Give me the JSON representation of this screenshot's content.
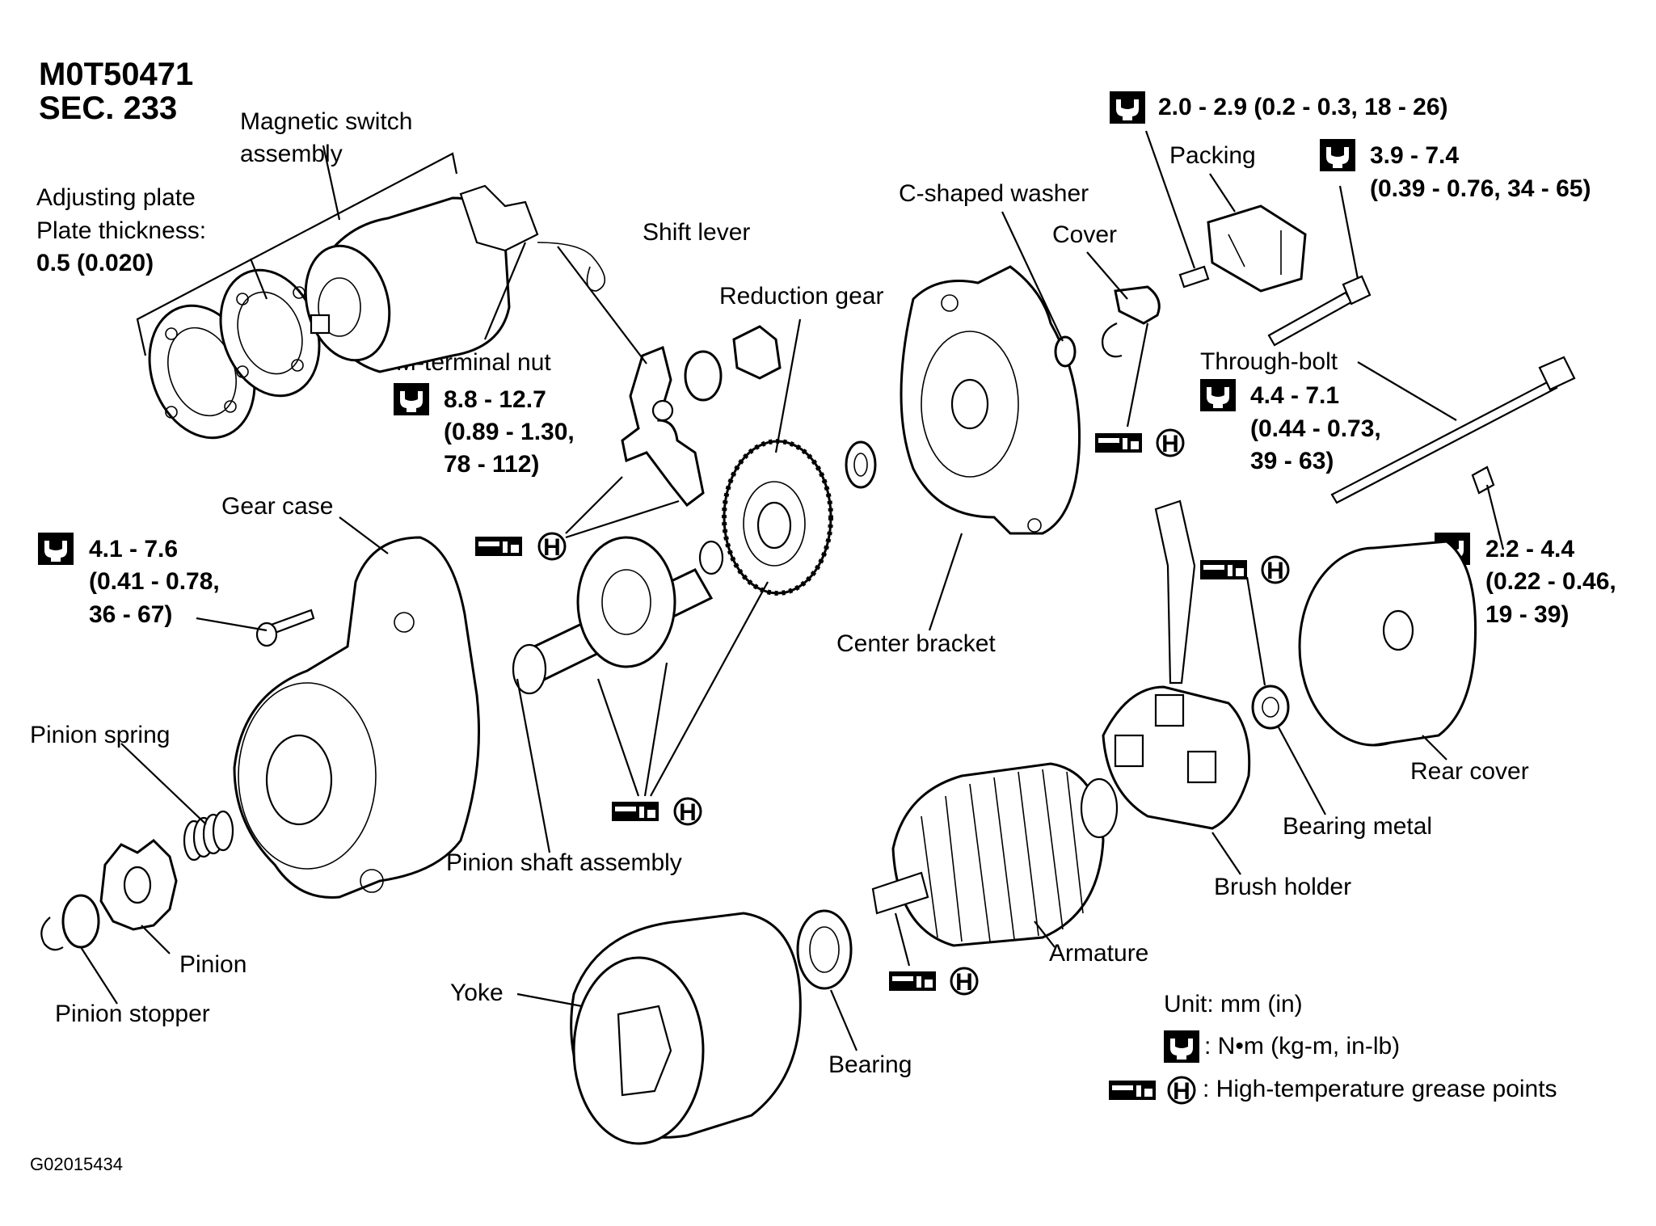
{
  "header": {
    "code": "M0T50471",
    "section": "SEC. 233"
  },
  "labels": {
    "magnetic_switch_1": "Magnetic switch",
    "magnetic_switch_2": "assembly",
    "adjusting_plate": "Adjusting plate",
    "plate_thickness": "Plate thickness:",
    "plate_thickness_value": "0.5 (0.020)",
    "shift_lever": "Shift lever",
    "reduction_gear": "Reduction gear",
    "c_shaped_washer": "C-shaped washer",
    "cover": "Cover",
    "packing": "Packing",
    "m_terminal_nut": "M-terminal nut",
    "through_bolt": "Through-bolt",
    "gear_case": "Gear case",
    "center_bracket": "Center bracket",
    "pinion_spring": "Pinion spring",
    "pinion_shaft_assembly": "Pinion shaft assembly",
    "pinion": "Pinion",
    "pinion_stopper": "Pinion stopper",
    "yoke": "Yoke",
    "bearing": "Bearing",
    "armature": "Armature",
    "brush_holder": "Brush holder",
    "bearing_metal": "Bearing metal",
    "rear_cover": "Rear cover"
  },
  "torques": {
    "packing_bolt": "2.0 - 2.9 (0.2 - 0.3, 18 - 26)",
    "upper_bolt_1": "3.9 - 7.4",
    "upper_bolt_2": "(0.39 - 0.76, 34 - 65)",
    "m_terminal_1": "8.8 - 12.7",
    "m_terminal_2": "(0.89 - 1.30,",
    "m_terminal_3": "78 - 112)",
    "through_bolt_1": "4.4 - 7.1",
    "through_bolt_2": "(0.44 - 0.73,",
    "through_bolt_3": "39 - 63)",
    "gear_case_1": "4.1 - 7.6",
    "gear_case_2": "(0.41 - 0.78,",
    "gear_case_3": "36 - 67)",
    "rear_cover_1": "2.2 - 4.4",
    "rear_cover_2": "(0.22 - 0.46,",
    "rear_cover_3": "19 - 39)"
  },
  "legend": {
    "unit": "Unit: mm (in)",
    "torque_unit": ": N•m  (kg-m,  in-lb)",
    "grease": ": High-temperature grease points",
    "grease_letter": "H"
  },
  "footer": {
    "figure_id": "G02015434"
  },
  "icons": [
    "torque-wrench-icon",
    "grease-gun-icon",
    "grease-h-icon"
  ]
}
